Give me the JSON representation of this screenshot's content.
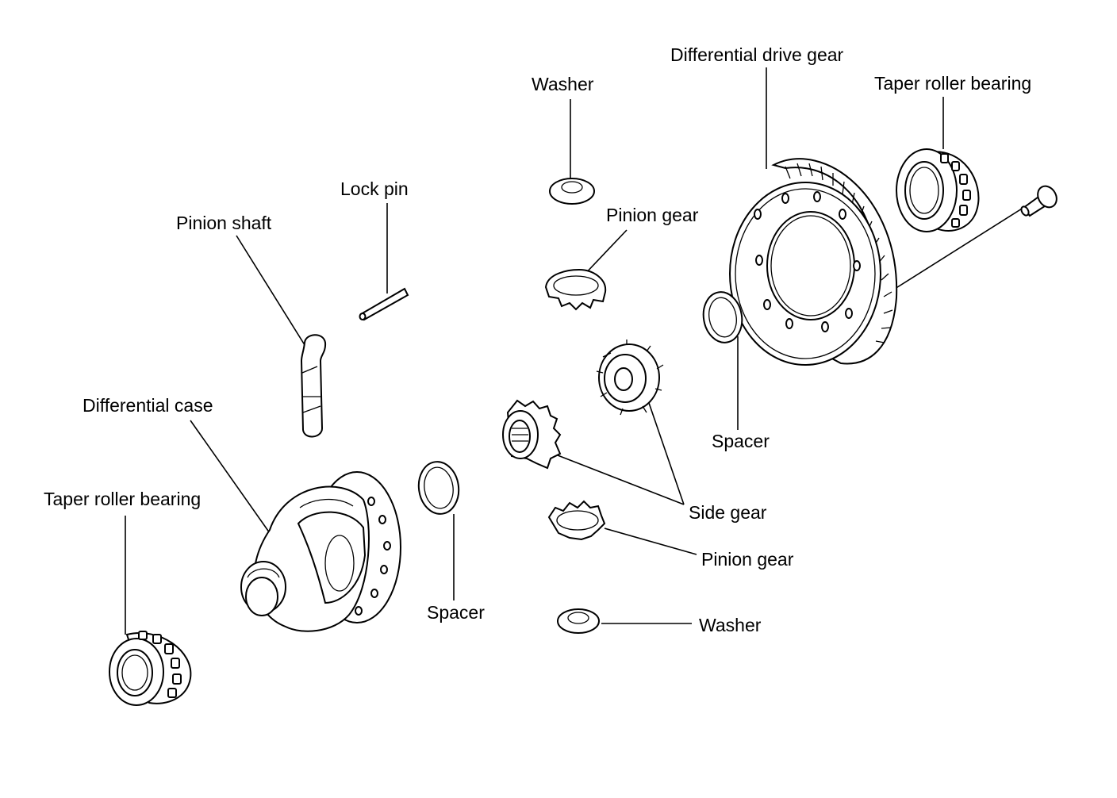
{
  "labels": {
    "differential_drive_gear": "Differential drive gear",
    "washer_top": "Washer",
    "taper_roller_bearing_right": "Taper roller bearing",
    "lock_pin": "Lock pin",
    "pinion_gear_top": "Pinion gear",
    "pinion_shaft": "Pinion shaft",
    "differential_case": "Differential case",
    "spacer_right": "Spacer",
    "taper_roller_bearing_left": "Taper roller bearing",
    "side_gear": "Side gear",
    "pinion_gear_bottom": "Pinion gear",
    "spacer_left": "Spacer",
    "washer_bottom": "Washer"
  }
}
